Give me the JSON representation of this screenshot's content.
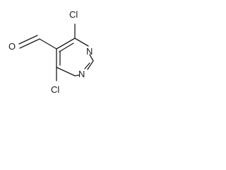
{
  "molecule": {
    "atoms": {
      "chlorine_top": "Cl",
      "chlorine_bottom": "Cl",
      "nitrogen_upper": "N",
      "nitrogen_lower": "N",
      "oxygen": "O"
    },
    "colors": {
      "ink": "#1a1a1a",
      "background": "#ffffff"
    }
  }
}
